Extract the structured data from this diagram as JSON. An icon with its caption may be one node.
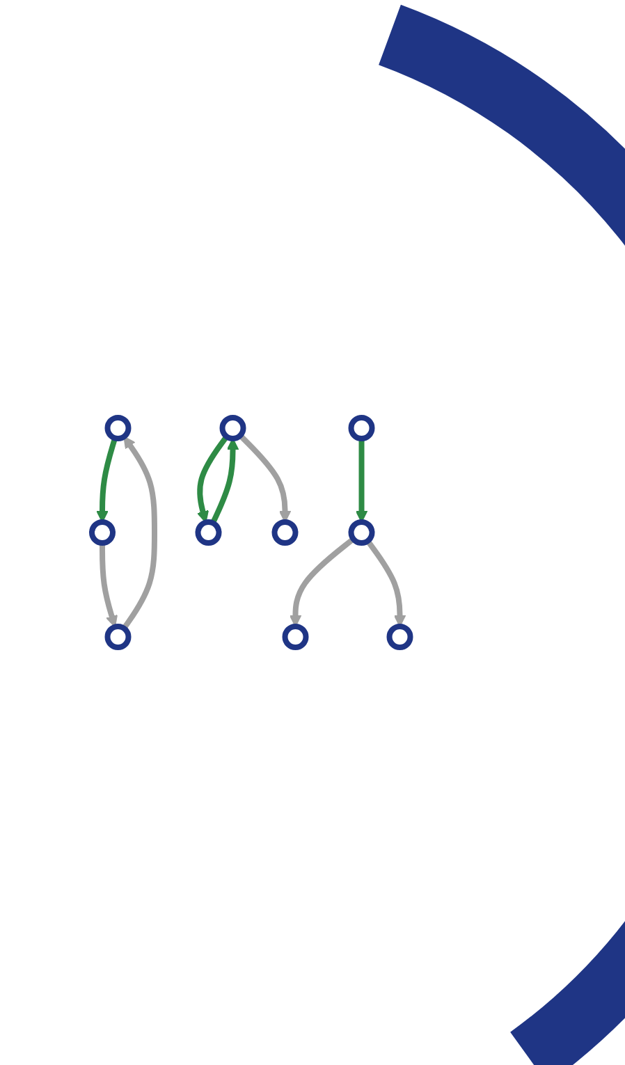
{
  "diagram": {
    "nodes": [
      {
        "text": [],
        "shape": "circle"
      },
      {
        "text": [],
        "shape": "circle"
      },
      {
        "text": [],
        "shape": "circle"
      },
      {
        "text": [],
        "shape": "circle"
      },
      {
        "text": [],
        "shape": "circle"
      },
      {
        "text": [],
        "shape": "circle"
      },
      {
        "text": [],
        "shape": "circle"
      },
      {
        "text": [],
        "shape": "circle"
      },
      {
        "text": [],
        "shape": "circle"
      },
      {
        "text": [],
        "shape": "circle"
      }
    ],
    "edges": [
      {
        "from": 0,
        "to": 1,
        "arrow": "to",
        "color": "#2e8b45"
      },
      {
        "from": 1,
        "to": 2,
        "arrow": "to"
      },
      {
        "from": 2,
        "to": 0,
        "arrow": "to"
      },
      {
        "from": 3,
        "to": 4,
        "arrow": "to",
        "color": "#2e8b45"
      },
      {
        "from": 4,
        "to": 5,
        "arrow": "to"
      },
      {
        "from": 4,
        "to": 7,
        "arrow": "to"
      },
      {
        "from": 6,
        "to": 8,
        "arrow": "to",
        "color": "#2e8b45"
      },
      {
        "from": 8,
        "to": 6,
        "arrow": "to",
        "color": "#2e8b45"
      },
      {
        "from": 6,
        "to": 9,
        "arrow": "to"
      }
    ]
  }
}
